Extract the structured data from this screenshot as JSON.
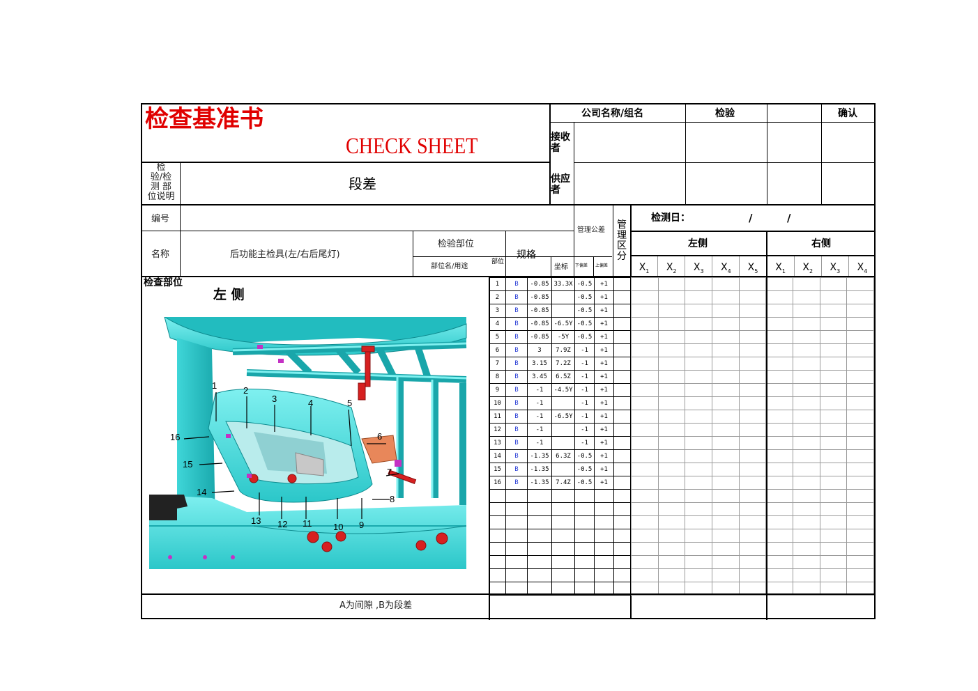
{
  "header": {
    "title_cn": "检查基准书",
    "title_en": "CHECK  SHEET",
    "company_label": "公司名称/组名",
    "inspect_label": "检验",
    "confirm_label": "确认",
    "receiver_label": "接收者",
    "supplier_label": "供应者"
  },
  "desc": {
    "label_lines": [
      "检",
      "验/检",
      "测 部",
      "位说明"
    ],
    "value": "段差"
  },
  "info": {
    "number_label": "编号",
    "name_label": "名称",
    "name_value": "后功能主检具(左/右后尾灯)",
    "inspect_part_label": "检验部位",
    "part_use_label": "部位名/用途",
    "part_label": "部位",
    "spec_label": "规格",
    "coord_label": "坐标",
    "tol_label": "管理公差",
    "lower_label": "下偏差",
    "upper_label": "上偏差",
    "mgmt_label": "管理区分",
    "date_label": "检测日：",
    "date_sep1": "/",
    "date_sep2": "/",
    "left_side_label": "左侧",
    "right_side_label": "右侧",
    "left_cols": [
      "1",
      "2",
      "3",
      "4",
      "5"
    ],
    "right_cols": [
      "1",
      "2",
      "3",
      "4"
    ]
  },
  "figure": {
    "section_label": "检查部位",
    "side_label": "左 侧",
    "callouts": [
      "1",
      "2",
      "3",
      "4",
      "5",
      "6",
      "7",
      "8",
      "9",
      "10",
      "11",
      "12",
      "13",
      "14",
      "15",
      "16"
    ],
    "note": "A为间隙 ,B为段差"
  },
  "rows": [
    {
      "no": "1",
      "type": "B",
      "spec": "-0.85",
      "coord": "33.3X",
      "lower": "-0.5",
      "upper": "+1"
    },
    {
      "no": "2",
      "type": "B",
      "spec": "-0.85",
      "coord": "",
      "lower": "-0.5",
      "upper": "+1"
    },
    {
      "no": "3",
      "type": "B",
      "spec": "-0.85",
      "coord": "",
      "lower": "-0.5",
      "upper": "+1"
    },
    {
      "no": "4",
      "type": "B",
      "spec": "-0.85",
      "coord": "-6.5Y",
      "lower": "-0.5",
      "upper": "+1"
    },
    {
      "no": "5",
      "type": "B",
      "spec": "-0.85",
      "coord": "-5Y",
      "lower": "-0.5",
      "upper": "+1"
    },
    {
      "no": "6",
      "type": "B",
      "spec": "3",
      "coord": "7.9Z",
      "lower": "-1",
      "upper": "+1"
    },
    {
      "no": "7",
      "type": "B",
      "spec": "3.15",
      "coord": "7.2Z",
      "lower": "-1",
      "upper": "+1"
    },
    {
      "no": "8",
      "type": "B",
      "spec": "3.45",
      "coord": "6.5Z",
      "lower": "-1",
      "upper": "+1"
    },
    {
      "no": "9",
      "type": "B",
      "spec": "-1",
      "coord": "-4.5Y",
      "lower": "-1",
      "upper": "+1"
    },
    {
      "no": "10",
      "type": "B",
      "spec": "-1",
      "coord": "",
      "lower": "-1",
      "upper": "+1"
    },
    {
      "no": "11",
      "type": "B",
      "spec": "-1",
      "coord": "-6.5Y",
      "lower": "-1",
      "upper": "+1"
    },
    {
      "no": "12",
      "type": "B",
      "spec": "-1",
      "coord": "",
      "lower": "-1",
      "upper": "+1"
    },
    {
      "no": "13",
      "type": "B",
      "spec": "-1",
      "coord": "",
      "lower": "-1",
      "upper": "+1"
    },
    {
      "no": "14",
      "type": "B",
      "spec": "-1.35",
      "coord": "6.3Z",
      "lower": "-0.5",
      "upper": "+1"
    },
    {
      "no": "15",
      "type": "B",
      "spec": "-1.35",
      "coord": "",
      "lower": "-0.5",
      "upper": "+1"
    },
    {
      "no": "16",
      "type": "B",
      "spec": "-1.35",
      "coord": "7.4Z",
      "lower": "-0.5",
      "upper": "+1"
    }
  ]
}
